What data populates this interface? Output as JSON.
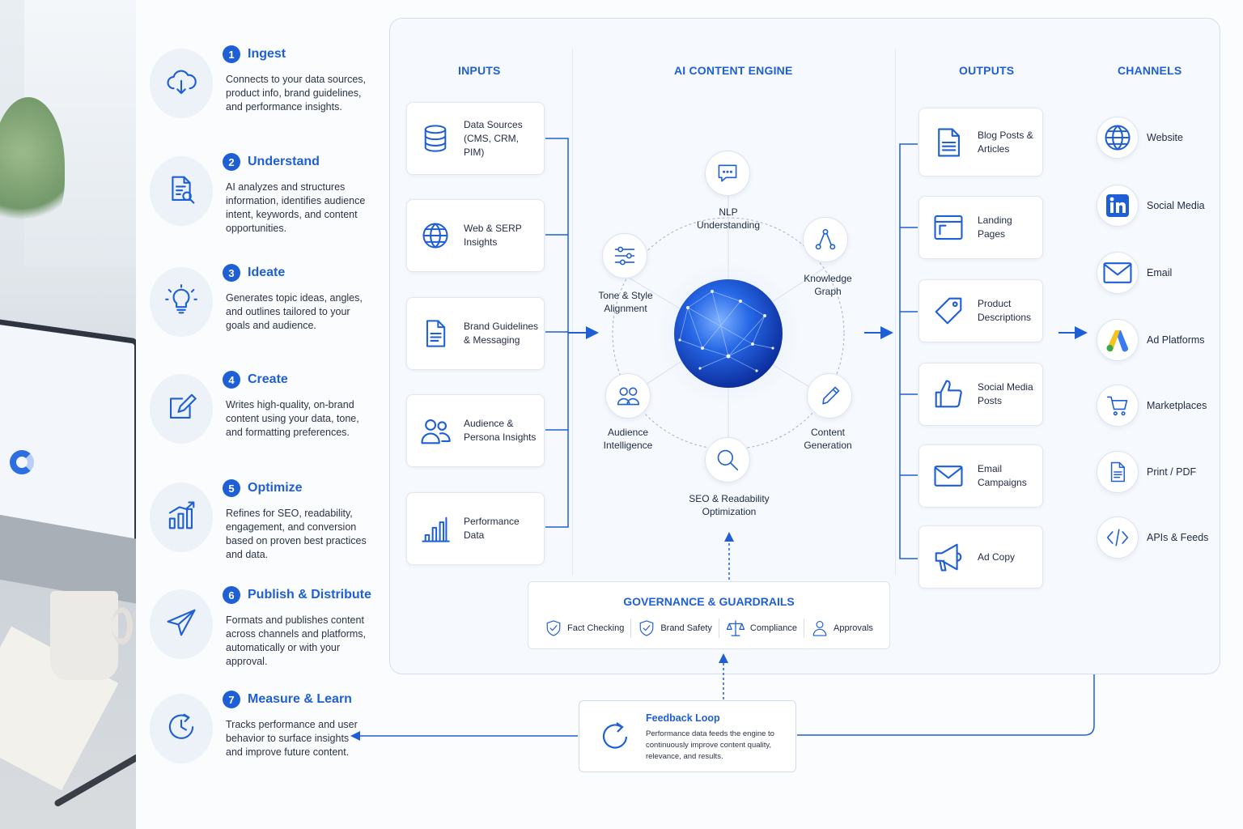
{
  "steps": [
    {
      "num": "1",
      "title": "Ingest",
      "desc": "Connects to your data sources, product info, brand guidelines, and performance insights.",
      "icon": "cloud-download-icon"
    },
    {
      "num": "2",
      "title": "Understand",
      "desc": "AI analyzes and structures information, identifies audience intent, keywords, and content opportunities.",
      "icon": "document-search-icon"
    },
    {
      "num": "3",
      "title": "Ideate",
      "desc": "Generates topic ideas, angles, and outlines tailored to your goals and audience.",
      "icon": "lightbulb-icon"
    },
    {
      "num": "4",
      "title": "Create",
      "desc": "Writes high-quality, on-brand content using your data, tone, and formatting preferences.",
      "icon": "edit-icon"
    },
    {
      "num": "5",
      "title": "Optimize",
      "desc": "Refines for SEO, readability, engagement, and conversion based on proven best practices and data.",
      "icon": "growth-chart-icon"
    },
    {
      "num": "6",
      "title": "Publish & Distribute",
      "desc": "Formats and publishes content across channels and platforms, automatically or with your approval.",
      "icon": "paper-plane-icon"
    },
    {
      "num": "7",
      "title": "Measure & Learn",
      "desc": "Tracks performance and user behavior to surface insights and improve future content.",
      "icon": "refresh-clock-icon"
    }
  ],
  "columns": {
    "inputs": "INPUTS",
    "engine": "AI CONTENT ENGINE",
    "outputs": "OUTPUTS",
    "channels": "CHANNELS"
  },
  "inputs": [
    {
      "label": "Data Sources (CMS, CRM, PIM)",
      "icon": "database-icon"
    },
    {
      "label": "Web & SERP Insights",
      "icon": "globe-icon"
    },
    {
      "label": "Brand Guidelines & Messaging",
      "icon": "document-icon"
    },
    {
      "label": "Audience & Persona Insights",
      "icon": "users-icon"
    },
    {
      "label": "Performance Data",
      "icon": "bar-chart-icon"
    }
  ],
  "engine_nodes": [
    {
      "label": "NLP Understanding",
      "icon": "chat-icon"
    },
    {
      "label": "Knowledge Graph",
      "icon": "graph-icon"
    },
    {
      "label": "Content Generation",
      "icon": "pencil-icon"
    },
    {
      "label": "SEO & Readability Optimization",
      "icon": "magnifier-icon"
    },
    {
      "label": "Audience Intelligence",
      "icon": "people-icon"
    },
    {
      "label": "Tone & Style Alignment",
      "icon": "sliders-icon"
    }
  ],
  "outputs": [
    {
      "label": "Blog Posts & Articles",
      "icon": "article-icon"
    },
    {
      "label": "Landing Pages",
      "icon": "browser-icon"
    },
    {
      "label": "Product Descriptions",
      "icon": "tag-icon"
    },
    {
      "label": "Social Media Posts",
      "icon": "thumbs-up-icon"
    },
    {
      "label": "Email Campaigns",
      "icon": "envelope-icon"
    },
    {
      "label": "Ad Copy",
      "icon": "megaphone-icon"
    }
  ],
  "channels": [
    {
      "label": "Website",
      "icon": "globe-icon"
    },
    {
      "label": "Social Media",
      "icon": "linkedin-icon"
    },
    {
      "label": "Email",
      "icon": "envelope-icon"
    },
    {
      "label": "Ad Platforms",
      "icon": "google-ads-icon"
    },
    {
      "label": "Marketplaces",
      "icon": "cart-icon"
    },
    {
      "label": "Print / PDF",
      "icon": "pdf-document-icon"
    },
    {
      "label": "APIs & Feeds",
      "icon": "code-icon"
    }
  ],
  "governance": {
    "title": "GOVERNANCE & GUARDRAILS",
    "items": [
      {
        "label": "Fact Checking",
        "icon": "shield-check-icon"
      },
      {
        "label": "Brand Safety",
        "icon": "shield-check-icon"
      },
      {
        "label": "Compliance",
        "icon": "scales-icon"
      },
      {
        "label": "Approvals",
        "icon": "user-check-icon"
      }
    ]
  },
  "feedback": {
    "title": "Feedback Loop",
    "desc": "Performance data feeds the engine to continuously improve content quality, relevance, and results.",
    "icon": "refresh-icon"
  },
  "colors": {
    "accent": "#1f5fd6",
    "panel": "#f6f9fd",
    "line": "#1f5fd6"
  }
}
